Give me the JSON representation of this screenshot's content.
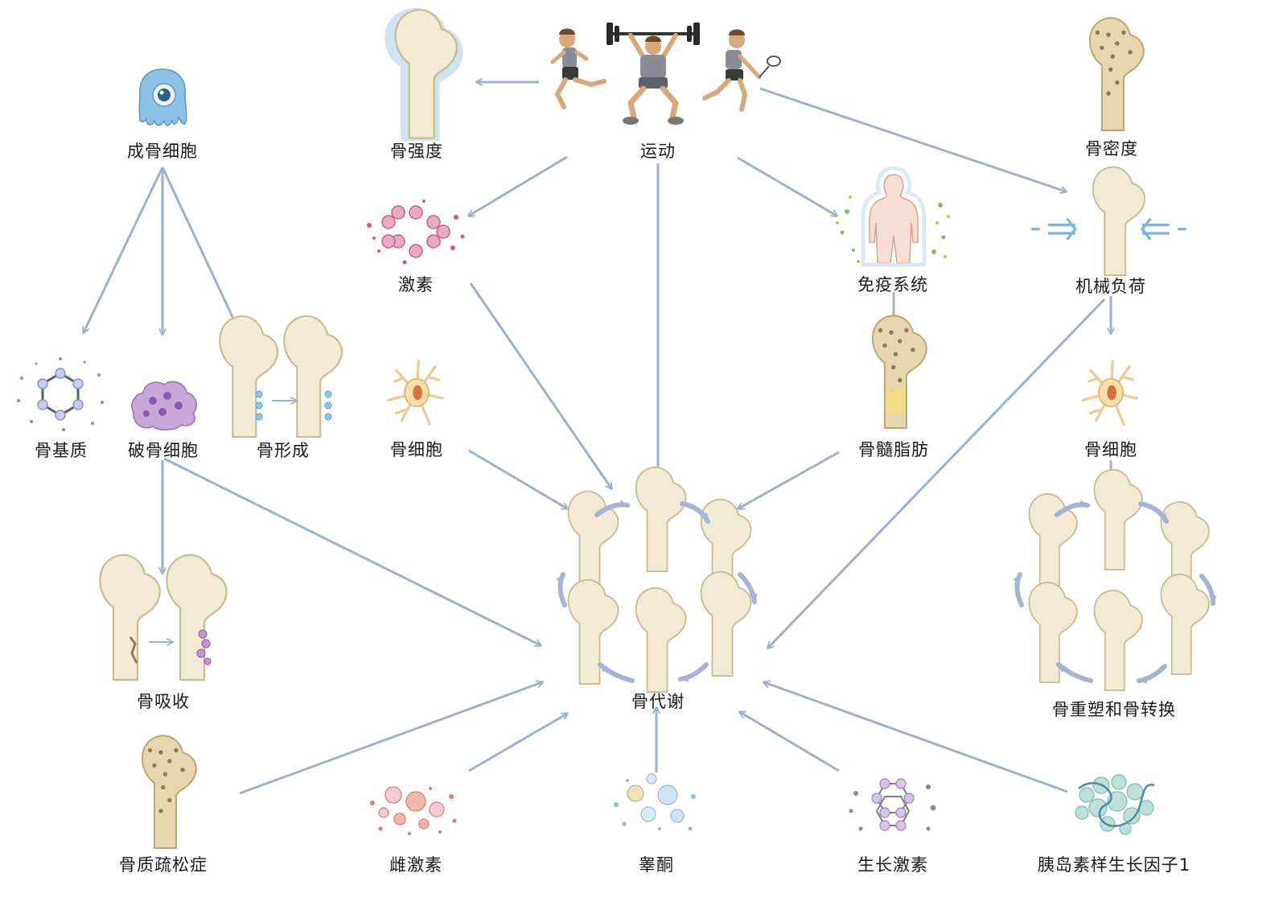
{
  "colors": {
    "arrow": "#9fb0c9",
    "bone": "#f3ead3",
    "bone_edge": "#c9bb94",
    "cycle_arrow": "#a5b3d6"
  },
  "nodes": {
    "osteoblast": "成骨细胞",
    "bone_strength": "骨强度",
    "exercise": "运动",
    "bone_density": "骨密度",
    "hormone": "激素",
    "immune_system": "免疫系统",
    "mechanical_load": "机械负荷",
    "bone_matrix": "骨基质",
    "osteoclast": "破骨细胞",
    "bone_formation": "骨形成",
    "osteocyte_left": "骨细胞",
    "marrow_fat": "骨髓脂肪",
    "osteocyte_right": "骨细胞",
    "bone_resorption": "骨吸收",
    "bone_metabolism": "骨代谢",
    "remodeling": "骨重塑和骨转换",
    "osteoporosis": "骨质疏松症",
    "estrogen": "雌激素",
    "testosterone": "睾酮",
    "growth_hormone": "生长激素",
    "igf1": "胰岛素样生长因子1"
  },
  "icons": {
    "osteoblast": "osteoblast-cell-icon",
    "bone_strength": "glowing-femur-icon",
    "exercise": "athletes-icon",
    "bone_density": "femur-cross-section-icon",
    "hormone": "hexagon-molecule-icon",
    "immune_system": "human-body-icon",
    "mechanical_load": "compressed-femur-icon",
    "bone_matrix": "matrix-molecule-icon",
    "osteoclast": "osteoclast-cell-icon",
    "bone_formation": "bone-formation-icon",
    "osteocyte": "osteocyte-cell-icon",
    "marrow_fat": "marrow-femur-icon",
    "bone_resorption": "bone-resorption-icon",
    "cycle": "remodeling-cycle-icon",
    "osteoporosis": "porous-femur-icon",
    "estrogen": "estrogen-molecule-icon",
    "testosterone": "testosterone-molecule-icon",
    "growth_hormone": "growth-hormone-molecule-icon",
    "igf1": "igf1-protein-icon"
  }
}
